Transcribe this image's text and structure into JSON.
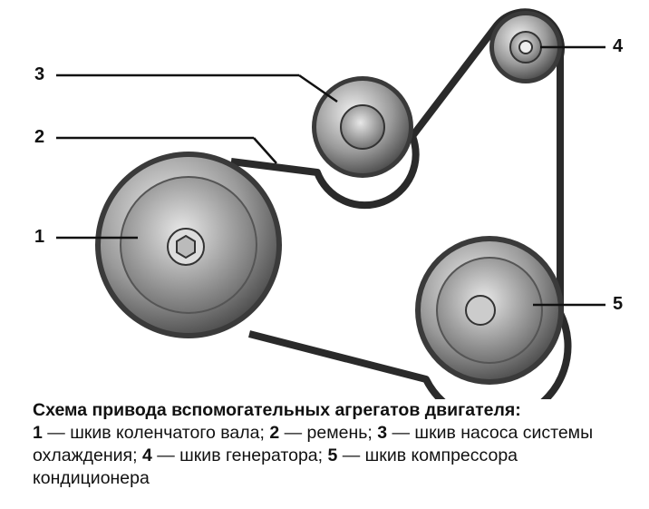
{
  "labels": {
    "l1": "1",
    "l2": "2",
    "l3": "3",
    "l4": "4",
    "l5": "5"
  },
  "caption": {
    "title": "Схема привода вспомогательных агрегатов двигателя:",
    "items": [
      {
        "num": "1",
        "text": " — шкив коленчатого вала; "
      },
      {
        "num": "2",
        "text": " — ремень; "
      },
      {
        "num": "3",
        "text": " — шкив насоса системы охлаждения; "
      },
      {
        "num": "4",
        "text": " — шкив генератора; "
      },
      {
        "num": "5",
        "text": " — шкив компрессора кондиционера"
      }
    ]
  }
}
